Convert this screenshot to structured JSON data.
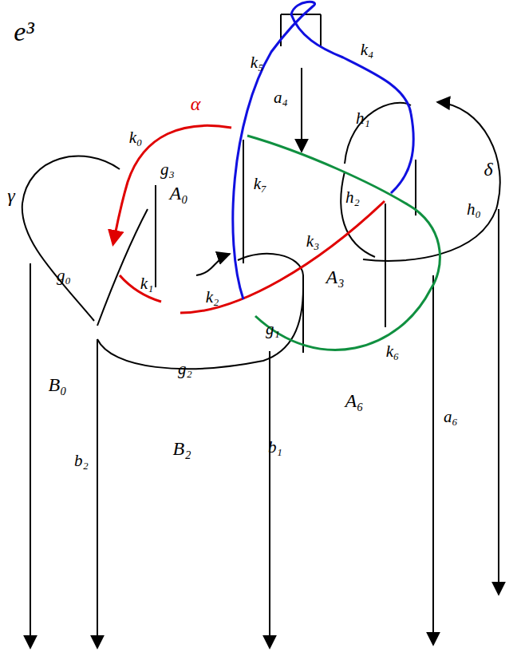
{
  "diagram": {
    "labels": [
      "e³",
      "α",
      "γ",
      "δ",
      "k₀",
      "k₁",
      "k₂",
      "k₃",
      "k₄",
      "k₅",
      "k₆",
      "k₇",
      "g₀",
      "g₁",
      "g₂",
      "g₃",
      "h₀",
      "h₁",
      "h₂",
      "A₀",
      "A₃",
      "A₆",
      "B₀",
      "B₂",
      "a₄",
      "a₆",
      "b₁",
      "b₂"
    ]
  }
}
